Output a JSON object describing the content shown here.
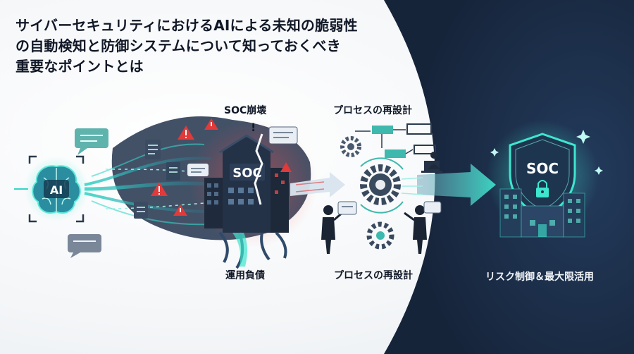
{
  "headline": {
    "lines": [
      "サイバーセキュリティにおけるAIによる未知の脆弱性",
      "の自動検知と防御システムについて知っておくべき",
      "重要なポイントとは"
    ]
  },
  "labels": {
    "soc_collapse": "SOC崩壊",
    "process_redesign_top": "プロセスの再設計",
    "operational_debt": "運用負債",
    "process_redesign_bottom": "プロセスの再設計",
    "risk_control": "リスク制御＆最大限活用"
  },
  "badges": {
    "ai": "AI",
    "soc_building": "SOC",
    "soc_shield": "SOC"
  },
  "icons": [
    "ai-brain-icon",
    "chat-bubble-icon",
    "warning-icon",
    "document-icon",
    "broken-building-icon",
    "gear-icon",
    "flowchart-icon",
    "person-icon",
    "laptop-icon",
    "shield-icon",
    "lock-icon",
    "sparkle-icon",
    "arrow-icon"
  ],
  "colors": {
    "dark_panel": "#1d2f4a",
    "teal_glow": "#3ee6cf",
    "alert_red": "#e03a3a",
    "ink": "#111827"
  }
}
